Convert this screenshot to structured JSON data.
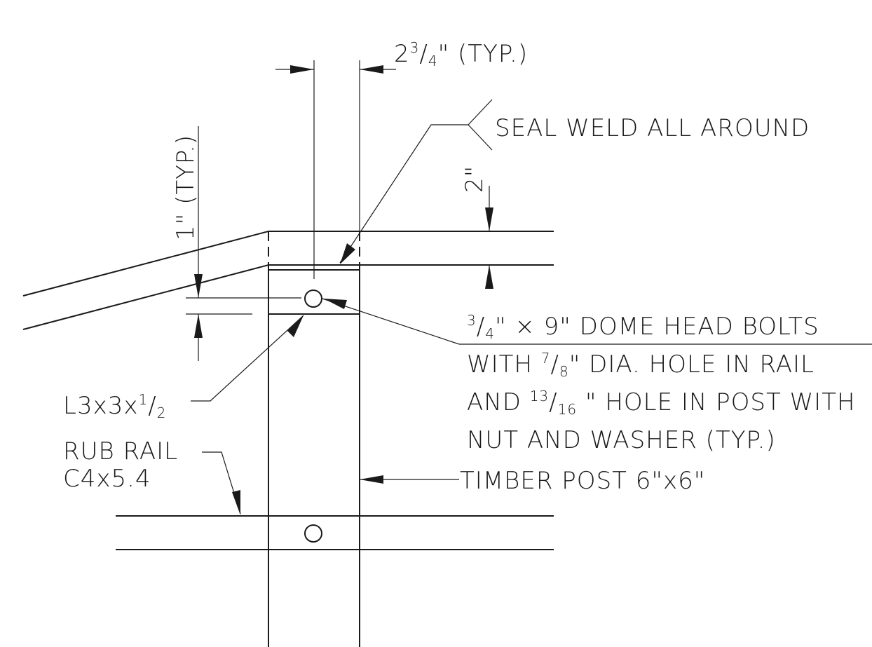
{
  "dimensions": {
    "top_width": {
      "whole": "2",
      "num": "3",
      "den": "4",
      "tail": "\" (TYP.)"
    },
    "rail_gap": "2\"",
    "angle_offset": "1\" (TYP.)"
  },
  "callouts": {
    "seal_weld": "SEAL WELD ALL AROUND",
    "bolts": {
      "line1_tail": "\" × 9\" DOME HEAD BOLTS",
      "line1_num": "3",
      "line1_den": "4",
      "line2_head": "WITH ",
      "line2_num": "7",
      "line2_den": "8",
      "line2_tail": "\" DIA. HOLE IN RAIL",
      "line3_head": "AND ",
      "line3_num": "13",
      "line3_den": "16",
      "line3_tail": " \" HOLE IN POST WITH",
      "line4": "NUT AND WASHER (TYP.)"
    },
    "angle": {
      "head": "L3x3x",
      "num": "1",
      "den": "2"
    },
    "rub_rail": {
      "line1": "RUB RAIL",
      "line2": "C4x5.4"
    },
    "timber_post": "TIMBER POST 6\"x6\""
  }
}
